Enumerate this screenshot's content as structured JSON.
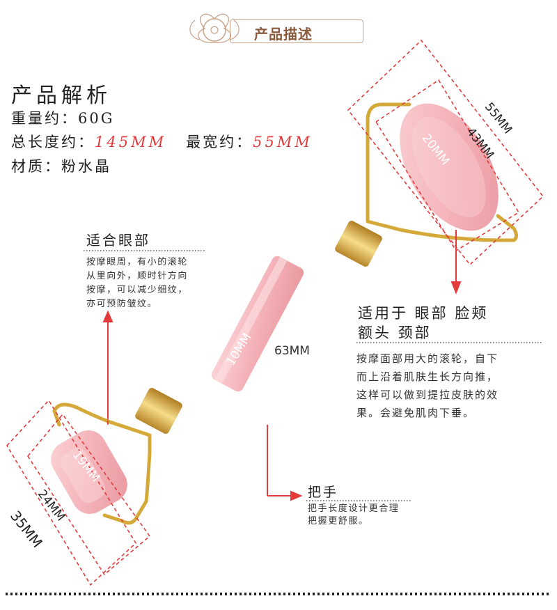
{
  "header": {
    "title": "产品描述"
  },
  "spec": {
    "title": "产品解析",
    "weight": "重量约：60G",
    "length_label": "总长度约：",
    "length_value": "145MM",
    "width_label": "最宽约：",
    "width_value": "55MM",
    "material": "材质：粉水晶"
  },
  "note_small": {
    "title": "适合眼部",
    "lines": [
      "按摩眼周，有小的滚轮",
      "从里向外，顺时针方向",
      "按摩，可以减少细纹，",
      "亦可预防皱纹。"
    ]
  },
  "note_large": {
    "title1": "适用于 眼部 脸颊",
    "title2": "额头 颈部",
    "lines": [
      "按摩面部用大的滚轮，自下",
      "而上沿着肌肤生长方向推，",
      "这样可以做到提拉皮肤的效",
      "果。会避免肌肉下垂。"
    ]
  },
  "note_handle": {
    "title": "把手",
    "lines": [
      "把手长度设计更合理",
      "把握更舒服。"
    ]
  },
  "dimensions": {
    "big_outer": "55MM",
    "big_inner": "43MM",
    "big_diameter": "20MM",
    "handle_diameter": "10MM",
    "handle_length": "63MM",
    "small_diameter": "19MM",
    "small_inner": "24MM",
    "small_outer": "35MM"
  },
  "colors": {
    "accent_red": "#e33b3b",
    "jade_pink": "#f4b8bd",
    "gold": "#d4a93a"
  }
}
